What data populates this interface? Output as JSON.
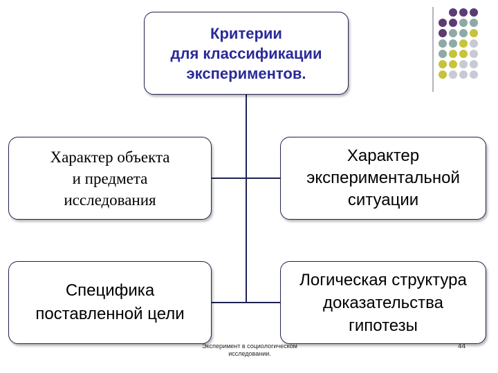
{
  "title": "Критерии\nдля классификации\nэкспериментов.",
  "criteria": [
    "Характер объекта\nи предмета\nисследования",
    "Характер\nэкспериментальной\nситуации",
    "Специфика\nпоставленной цели",
    "Логическая  структура\nдоказательства\nгипотезы"
  ],
  "footer": "Эксперимент в социологическом исследовании.",
  "page_number": "44",
  "colors": {
    "title_text": "#2a2a9a",
    "box_border": "#1f2250",
    "connector": "#1f2250",
    "dot_purple": "#5b3d74",
    "dot_teal": "#8fa9a6",
    "dot_yellow": "#c6c43a",
    "dot_gray": "#c9c9d6"
  }
}
